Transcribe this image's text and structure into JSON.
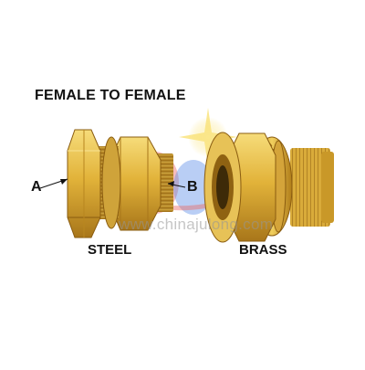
{
  "heading": "FEMALE TO FEMALE",
  "captions": {
    "left": "STEEL",
    "right": "BRASS"
  },
  "callouts": {
    "a": "A",
    "b": "B"
  },
  "watermark": "www.chinajulong.com",
  "colors": {
    "brass_light": "#f2cf5a",
    "brass_mid": "#d8a72c",
    "brass_dark": "#9a6a12",
    "steel_zinc_blue": "#7ea6c8",
    "logo_red": "#e53935",
    "logo_blue": "#2f6ee0",
    "logo_spark": "#f7d84a"
  }
}
